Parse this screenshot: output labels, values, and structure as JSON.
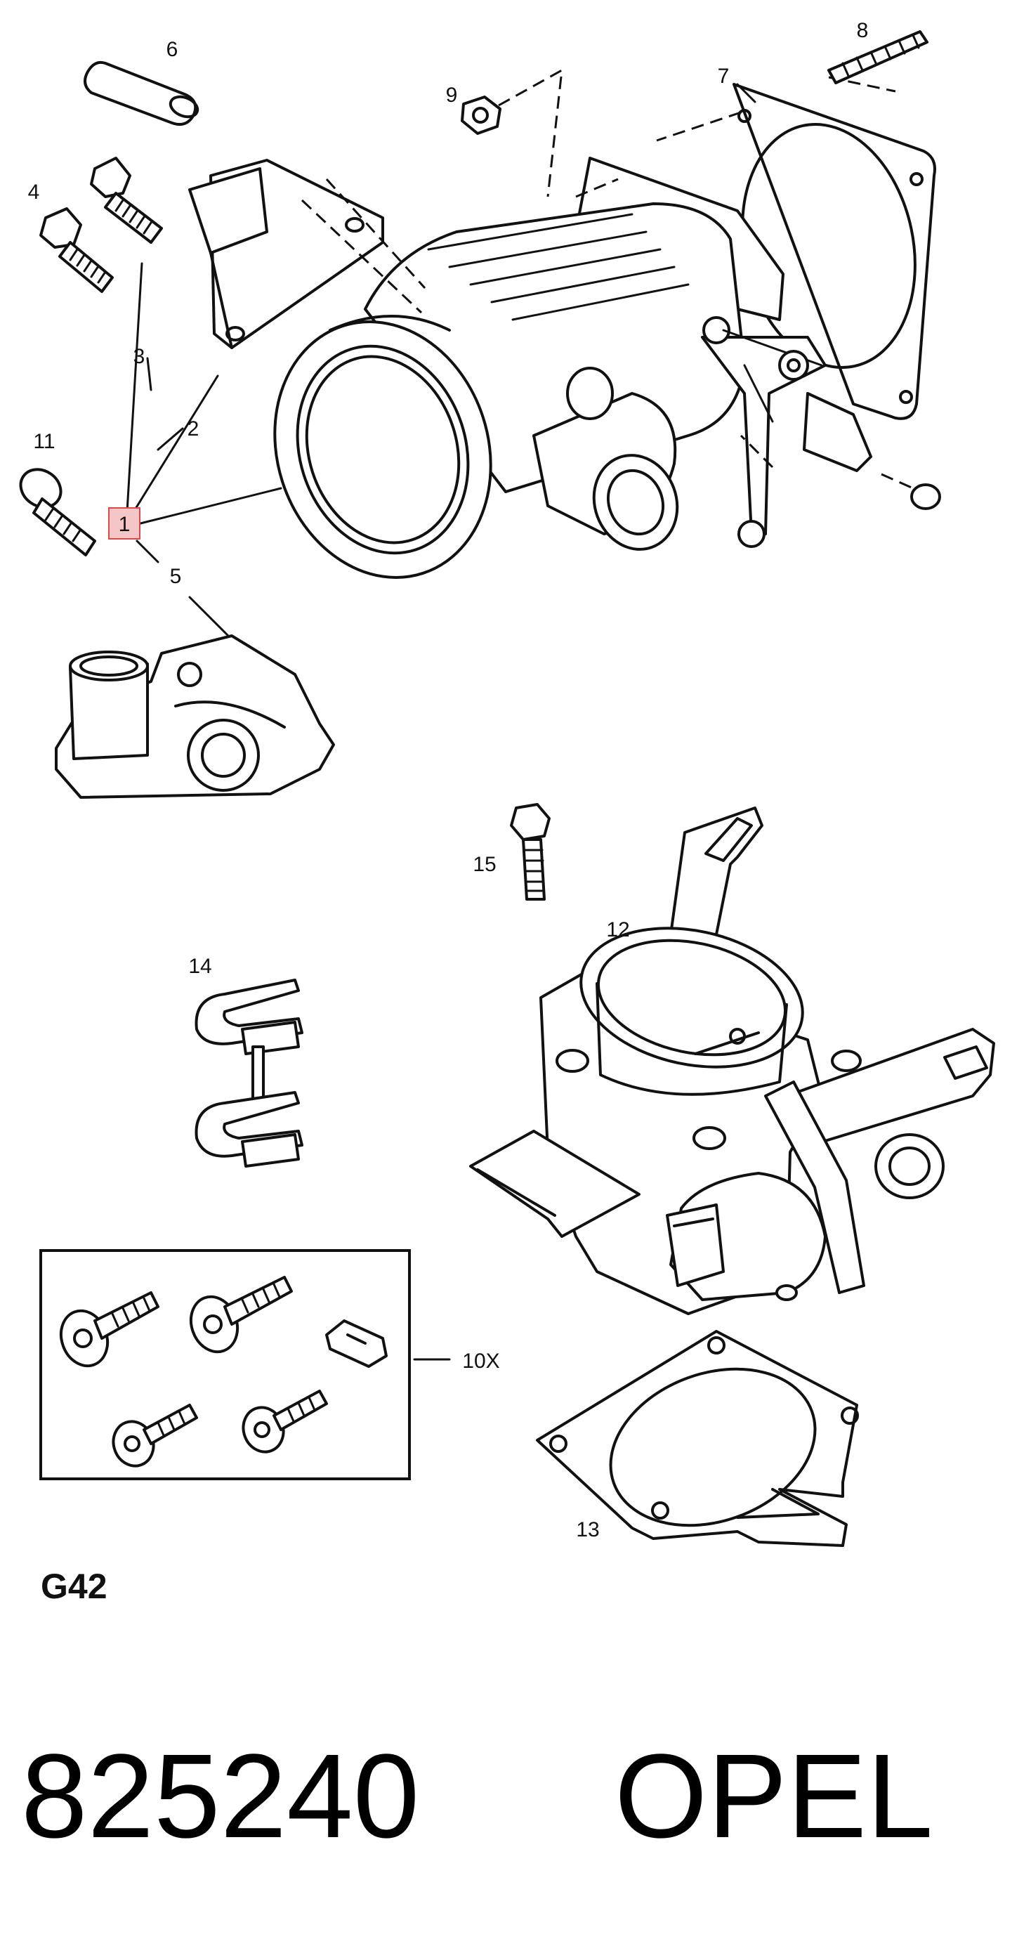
{
  "diagram": {
    "callouts": [
      {
        "id": "c1",
        "label": "1",
        "highlighted": true
      },
      {
        "id": "c2",
        "label": "2"
      },
      {
        "id": "c3",
        "label": "3"
      },
      {
        "id": "c4",
        "label": "4"
      },
      {
        "id": "c5",
        "label": "5"
      },
      {
        "id": "c6",
        "label": "6"
      },
      {
        "id": "c7",
        "label": "7"
      },
      {
        "id": "c8",
        "label": "8"
      },
      {
        "id": "c9",
        "label": "9"
      },
      {
        "id": "c10",
        "label": "10X"
      },
      {
        "id": "c11",
        "label": "11"
      },
      {
        "id": "c12",
        "label": "12"
      },
      {
        "id": "c13",
        "label": "13"
      },
      {
        "id": "c14",
        "label": "14"
      },
      {
        "id": "c15",
        "label": "15"
      }
    ],
    "group_code": "G42",
    "highlight_color": "#f5c6c6",
    "highlight_border": "#d94a4a"
  },
  "footer": {
    "part_number": "825240",
    "brand": "OPEL"
  }
}
